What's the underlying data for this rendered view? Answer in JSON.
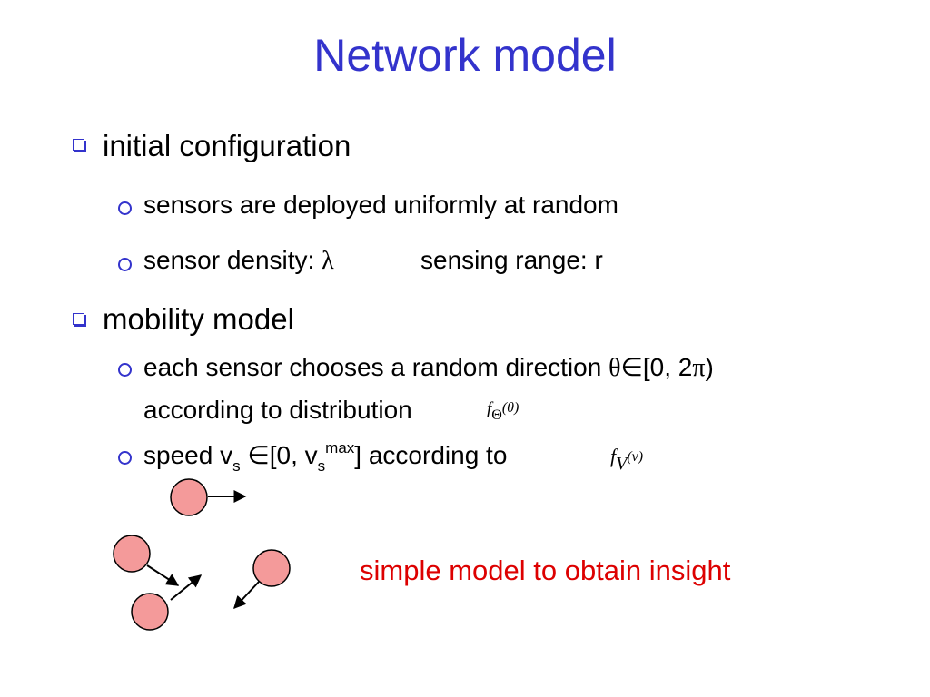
{
  "title": "Network model",
  "colors": {
    "title": "#3333cc",
    "callout": "#dd0000",
    "bullet": "#3333cc",
    "node_fill": "#f49a9a"
  },
  "section1": {
    "heading": "initial configuration",
    "item1": "sensors are deployed uniformly at random",
    "item2_prefix": "sensor density:",
    "item2_lambda": "λ",
    "item2_suffix": "sensing range: r"
  },
  "section2": {
    "heading": "mobility model",
    "item1_line1": "each sensor chooses a random direction",
    "item1_theta": "θ∈",
    "item1_range_start": "[0, 2",
    "item1_pi": "π",
    "item1_range_end": ")",
    "item1_line2": "according to distribution",
    "formula1_f": "f",
    "formula1_sub": "Θ",
    "formula1_arg": "(θ)",
    "item2_speed": "speed v",
    "item2_sub_s": "s",
    "item2_in": "∈",
    "item2_range_start": "[0, v",
    "item2_sub_s2": "s",
    "item2_sup_max": "max",
    "item2_range_end": "] according to",
    "formula2_f": "f",
    "formula2_sub": "V",
    "formula2_arg": "(v)"
  },
  "callout": "simple model to obtain insight",
  "icons": {
    "level1_bullet": "hollow-square-icon",
    "level2_bullet": "hollow-circle-icon"
  }
}
